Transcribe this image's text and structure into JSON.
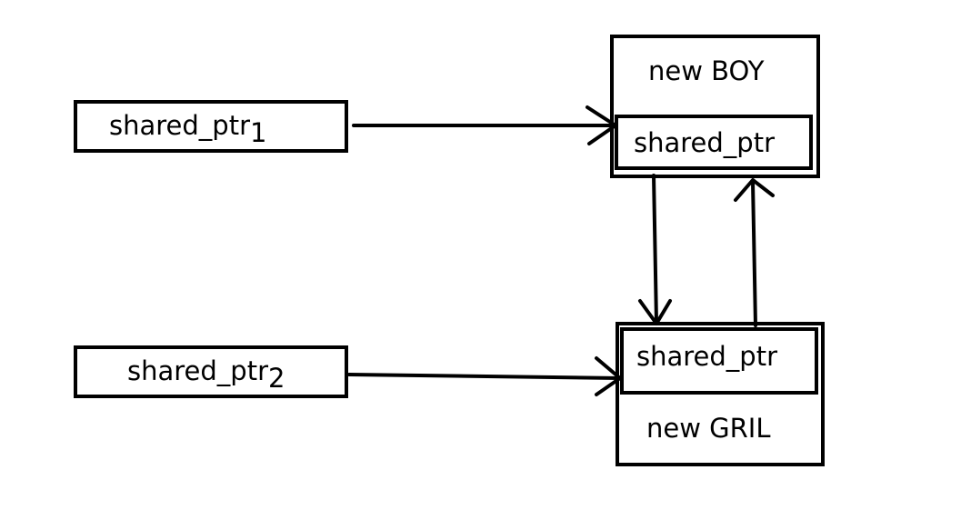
{
  "nodes": {
    "ptr1": {
      "text": "shared_ptr",
      "subscript": "1"
    },
    "ptr2": {
      "text": "shared_ptr",
      "subscript": "2"
    },
    "boy": {
      "title": "new BOY",
      "member": "shared_ptr"
    },
    "girl": {
      "title": "new GRIL",
      "member": "shared_ptr"
    }
  },
  "edges": [
    {
      "from": "ptr1",
      "to": "boy"
    },
    {
      "from": "ptr2",
      "to": "girl"
    },
    {
      "from": "boy.member",
      "to": "girl"
    },
    {
      "from": "girl",
      "to": "boy.member"
    }
  ],
  "colors": {
    "stroke": "#000000",
    "background": "#ffffff"
  }
}
